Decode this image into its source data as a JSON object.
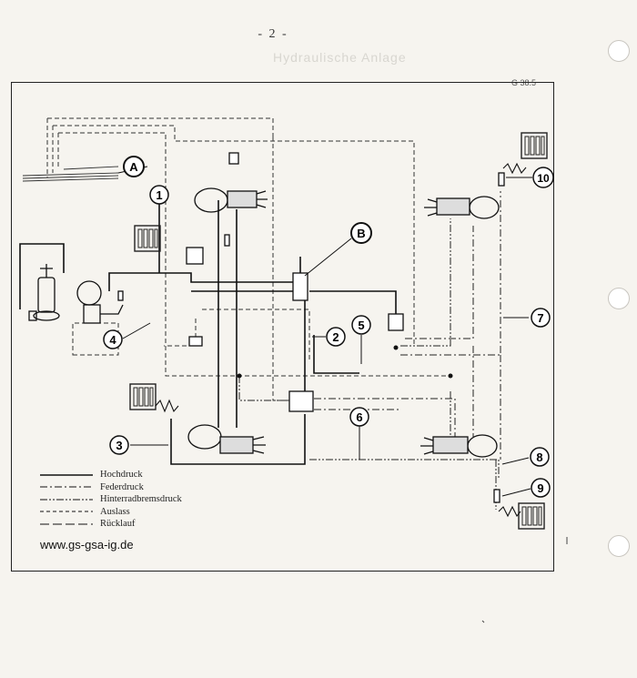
{
  "header": {
    "page_number": "- 2 -",
    "ref_code": "G 38.5"
  },
  "callouts": [
    "1",
    "2",
    "3",
    "4",
    "5",
    "6",
    "7",
    "8",
    "9",
    "10",
    "A",
    "B"
  ],
  "legend": [
    {
      "label": "Hochdruck",
      "style": "solid"
    },
    {
      "label": "Federdruck",
      "style": "dash-dot"
    },
    {
      "label": "Hinterradbremsdruck",
      "style": "dash-dot-dot"
    },
    {
      "label": "Auslass",
      "style": "dashed"
    },
    {
      "label": "Rücklauf",
      "style": "long-dash"
    }
  ],
  "website": "www.gs-gsa-ig.de"
}
